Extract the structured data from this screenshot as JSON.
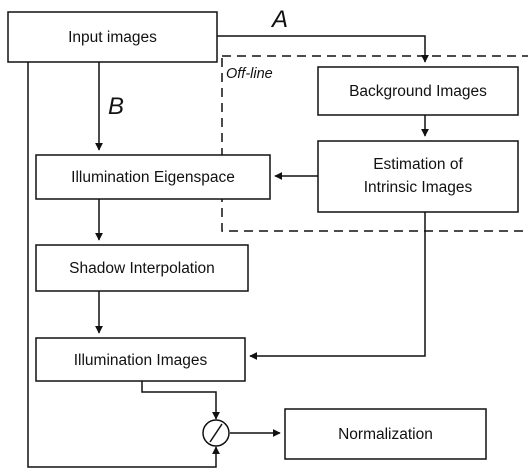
{
  "nodes": {
    "input_images": "Input images",
    "background_images": "Background Images",
    "estimation_line1": "Estimation of",
    "estimation_line2": "Intrinsic Images",
    "illumination_eigenspace": "Illumination Eigenspace",
    "shadow_interpolation": "Shadow Interpolation",
    "illumination_images": "Illumination Images",
    "normalization": "Normalization"
  },
  "labels": {
    "path_a": "A",
    "path_b": "B",
    "offline": "Off-line"
  },
  "operator": "division",
  "colors": {
    "stroke": "#111111",
    "background": "#ffffff"
  }
}
